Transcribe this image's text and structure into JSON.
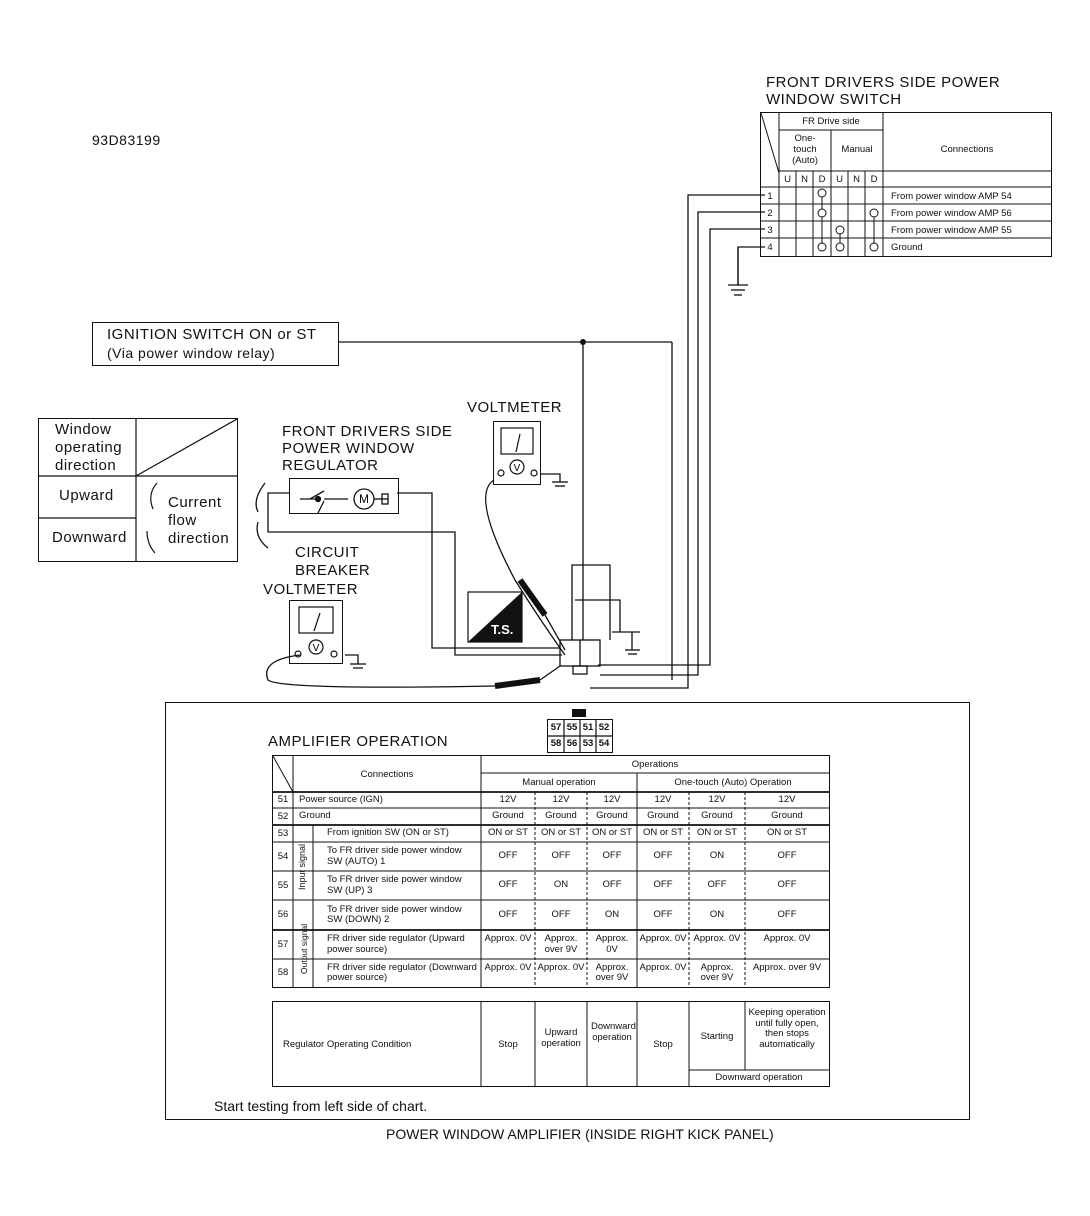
{
  "code": "93D83199",
  "switch_title": [
    "FRONT DRIVERS SIDE POWER",
    "WINDOW SWITCH"
  ],
  "switch_table": {
    "group_header": "FR Drive side",
    "onetouch_header": [
      "One-",
      "touch",
      "(Auto)"
    ],
    "manual_header": "Manual",
    "connections_header": "Connections",
    "cols": [
      "U",
      "N",
      "D",
      "U",
      "N",
      "D"
    ],
    "rows": [
      {
        "no": "1",
        "conn": "From power window AMP 54"
      },
      {
        "no": "2",
        "conn": "From power window AMP 56"
      },
      {
        "no": "3",
        "conn": "From power window AMP 55"
      },
      {
        "no": "4",
        "conn": "Ground"
      }
    ]
  },
  "ignition_box": [
    "IGNITION SWITCH ON or ST",
    "(Via power window relay)"
  ],
  "direction_table": {
    "header": [
      "Window",
      "operating",
      "direction"
    ],
    "rows": [
      "Upward",
      "Downward"
    ],
    "current": [
      "Current",
      "flow",
      "direction"
    ]
  },
  "regulator_label": [
    "FRONT DRIVERS SIDE",
    "POWER WINDOW",
    "REGULATOR"
  ],
  "circuit_breaker": [
    "CIRCUIT",
    "BREAKER"
  ],
  "voltmeter_label": "VOLTMETER",
  "ts_label": "T.S.",
  "amp_title": "AMPLIFIER OPERATION",
  "connector_pins": [
    "57",
    "55",
    "51",
    "52",
    "58",
    "56",
    "53",
    "54"
  ],
  "amp_table": {
    "connections_header": "Connections",
    "operations_header": "Operations",
    "manual_header": "Manual operation",
    "auto_header": "One-touch (Auto) Operation",
    "input_signal": "Input signal",
    "output_signal": "Output signal",
    "rows": [
      {
        "no": "51",
        "label": "Power source (IGN)",
        "values": [
          "12V",
          "12V",
          "12V",
          "12V",
          "12V",
          "12V"
        ]
      },
      {
        "no": "52",
        "label": "Ground",
        "values": [
          "Ground",
          "Ground",
          "Ground",
          "Ground",
          "Ground",
          "Ground"
        ]
      },
      {
        "no": "53",
        "label": "From ignition SW (ON or ST)",
        "values": [
          "ON or ST",
          "ON or ST",
          "ON or ST",
          "ON or ST",
          "ON or ST",
          "ON or ST"
        ]
      },
      {
        "no": "54",
        "label": "To FR driver side power window SW (AUTO) 1",
        "values": [
          "OFF",
          "OFF",
          "OFF",
          "OFF",
          "ON",
          "OFF"
        ]
      },
      {
        "no": "55",
        "label": "To FR driver side power window SW (UP) 3",
        "values": [
          "OFF",
          "ON",
          "OFF",
          "OFF",
          "OFF",
          "OFF"
        ]
      },
      {
        "no": "56",
        "label": "To FR driver side power window SW (DOWN) 2",
        "values": [
          "OFF",
          "OFF",
          "ON",
          "OFF",
          "ON",
          "OFF"
        ]
      },
      {
        "no": "57",
        "label": "FR driver side regulator (Upward power source)",
        "values": [
          "Approx. 0V",
          "Approx. over 9V",
          "Approx. 0V",
          "Approx. 0V",
          "Approx. 0V",
          "Approx. 0V"
        ]
      },
      {
        "no": "58",
        "label": "FR driver side regulator (Downward power source)",
        "values": [
          "Approx. 0V",
          "Approx. 0V",
          "Approx. over 9V",
          "Approx. 0V",
          "Approx. over 9V",
          "Approx. over 9V"
        ]
      }
    ],
    "regulator_condition_label": "Regulator Operating Condition",
    "conditions": [
      "Stop",
      "Upward operation",
      "Downward operation",
      "Stop",
      "Starting",
      "Keeping operation until fully open, then stops automatically"
    ],
    "downward_operation": "Downward operation"
  },
  "note": "Start testing from left side of chart.",
  "caption": "POWER WINDOW AMPLIFIER (INSIDE RIGHT KICK PANEL)"
}
